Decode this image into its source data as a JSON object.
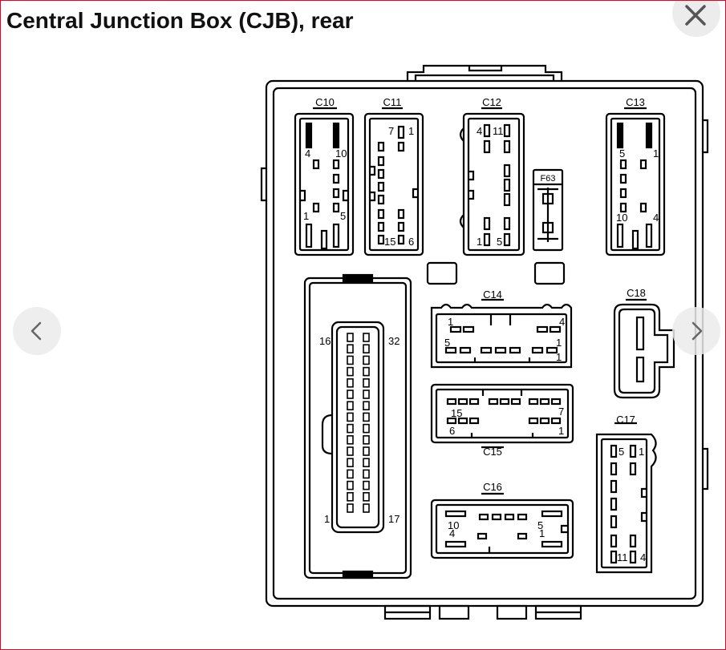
{
  "title": "Central Junction Box (CJB), rear",
  "icons": {
    "close": "close-icon",
    "prev": "chevron-left-icon",
    "next": "chevron-right-icon"
  },
  "connectors": {
    "c10": {
      "label": "C10",
      "pins": [
        "4",
        "10",
        "1",
        "5"
      ]
    },
    "c11": {
      "label": "C11",
      "pins": [
        "7",
        "1",
        "15",
        "6"
      ]
    },
    "c12": {
      "label": "C12",
      "pins": [
        "4",
        "11",
        "1",
        "5"
      ]
    },
    "f63": {
      "label": "F63"
    },
    "c13": {
      "label": "C13",
      "pins": [
        "5",
        "1",
        "10",
        "4"
      ]
    },
    "c14": {
      "label": "C14",
      "pins": [
        "1",
        "4",
        "5",
        "1",
        "1"
      ]
    },
    "c18": {
      "label": "C18"
    },
    "main": {
      "pins": [
        "16",
        "32",
        "1",
        "17"
      ]
    },
    "c15": {
      "label": "C15",
      "pins": [
        "15",
        "7",
        "6",
        "1"
      ]
    },
    "c17": {
      "label": "C17",
      "pins": [
        "5",
        "1",
        "11",
        "4"
      ]
    },
    "c16": {
      "label": "C16",
      "pins": [
        "10",
        "4",
        "5",
        "1"
      ]
    }
  }
}
